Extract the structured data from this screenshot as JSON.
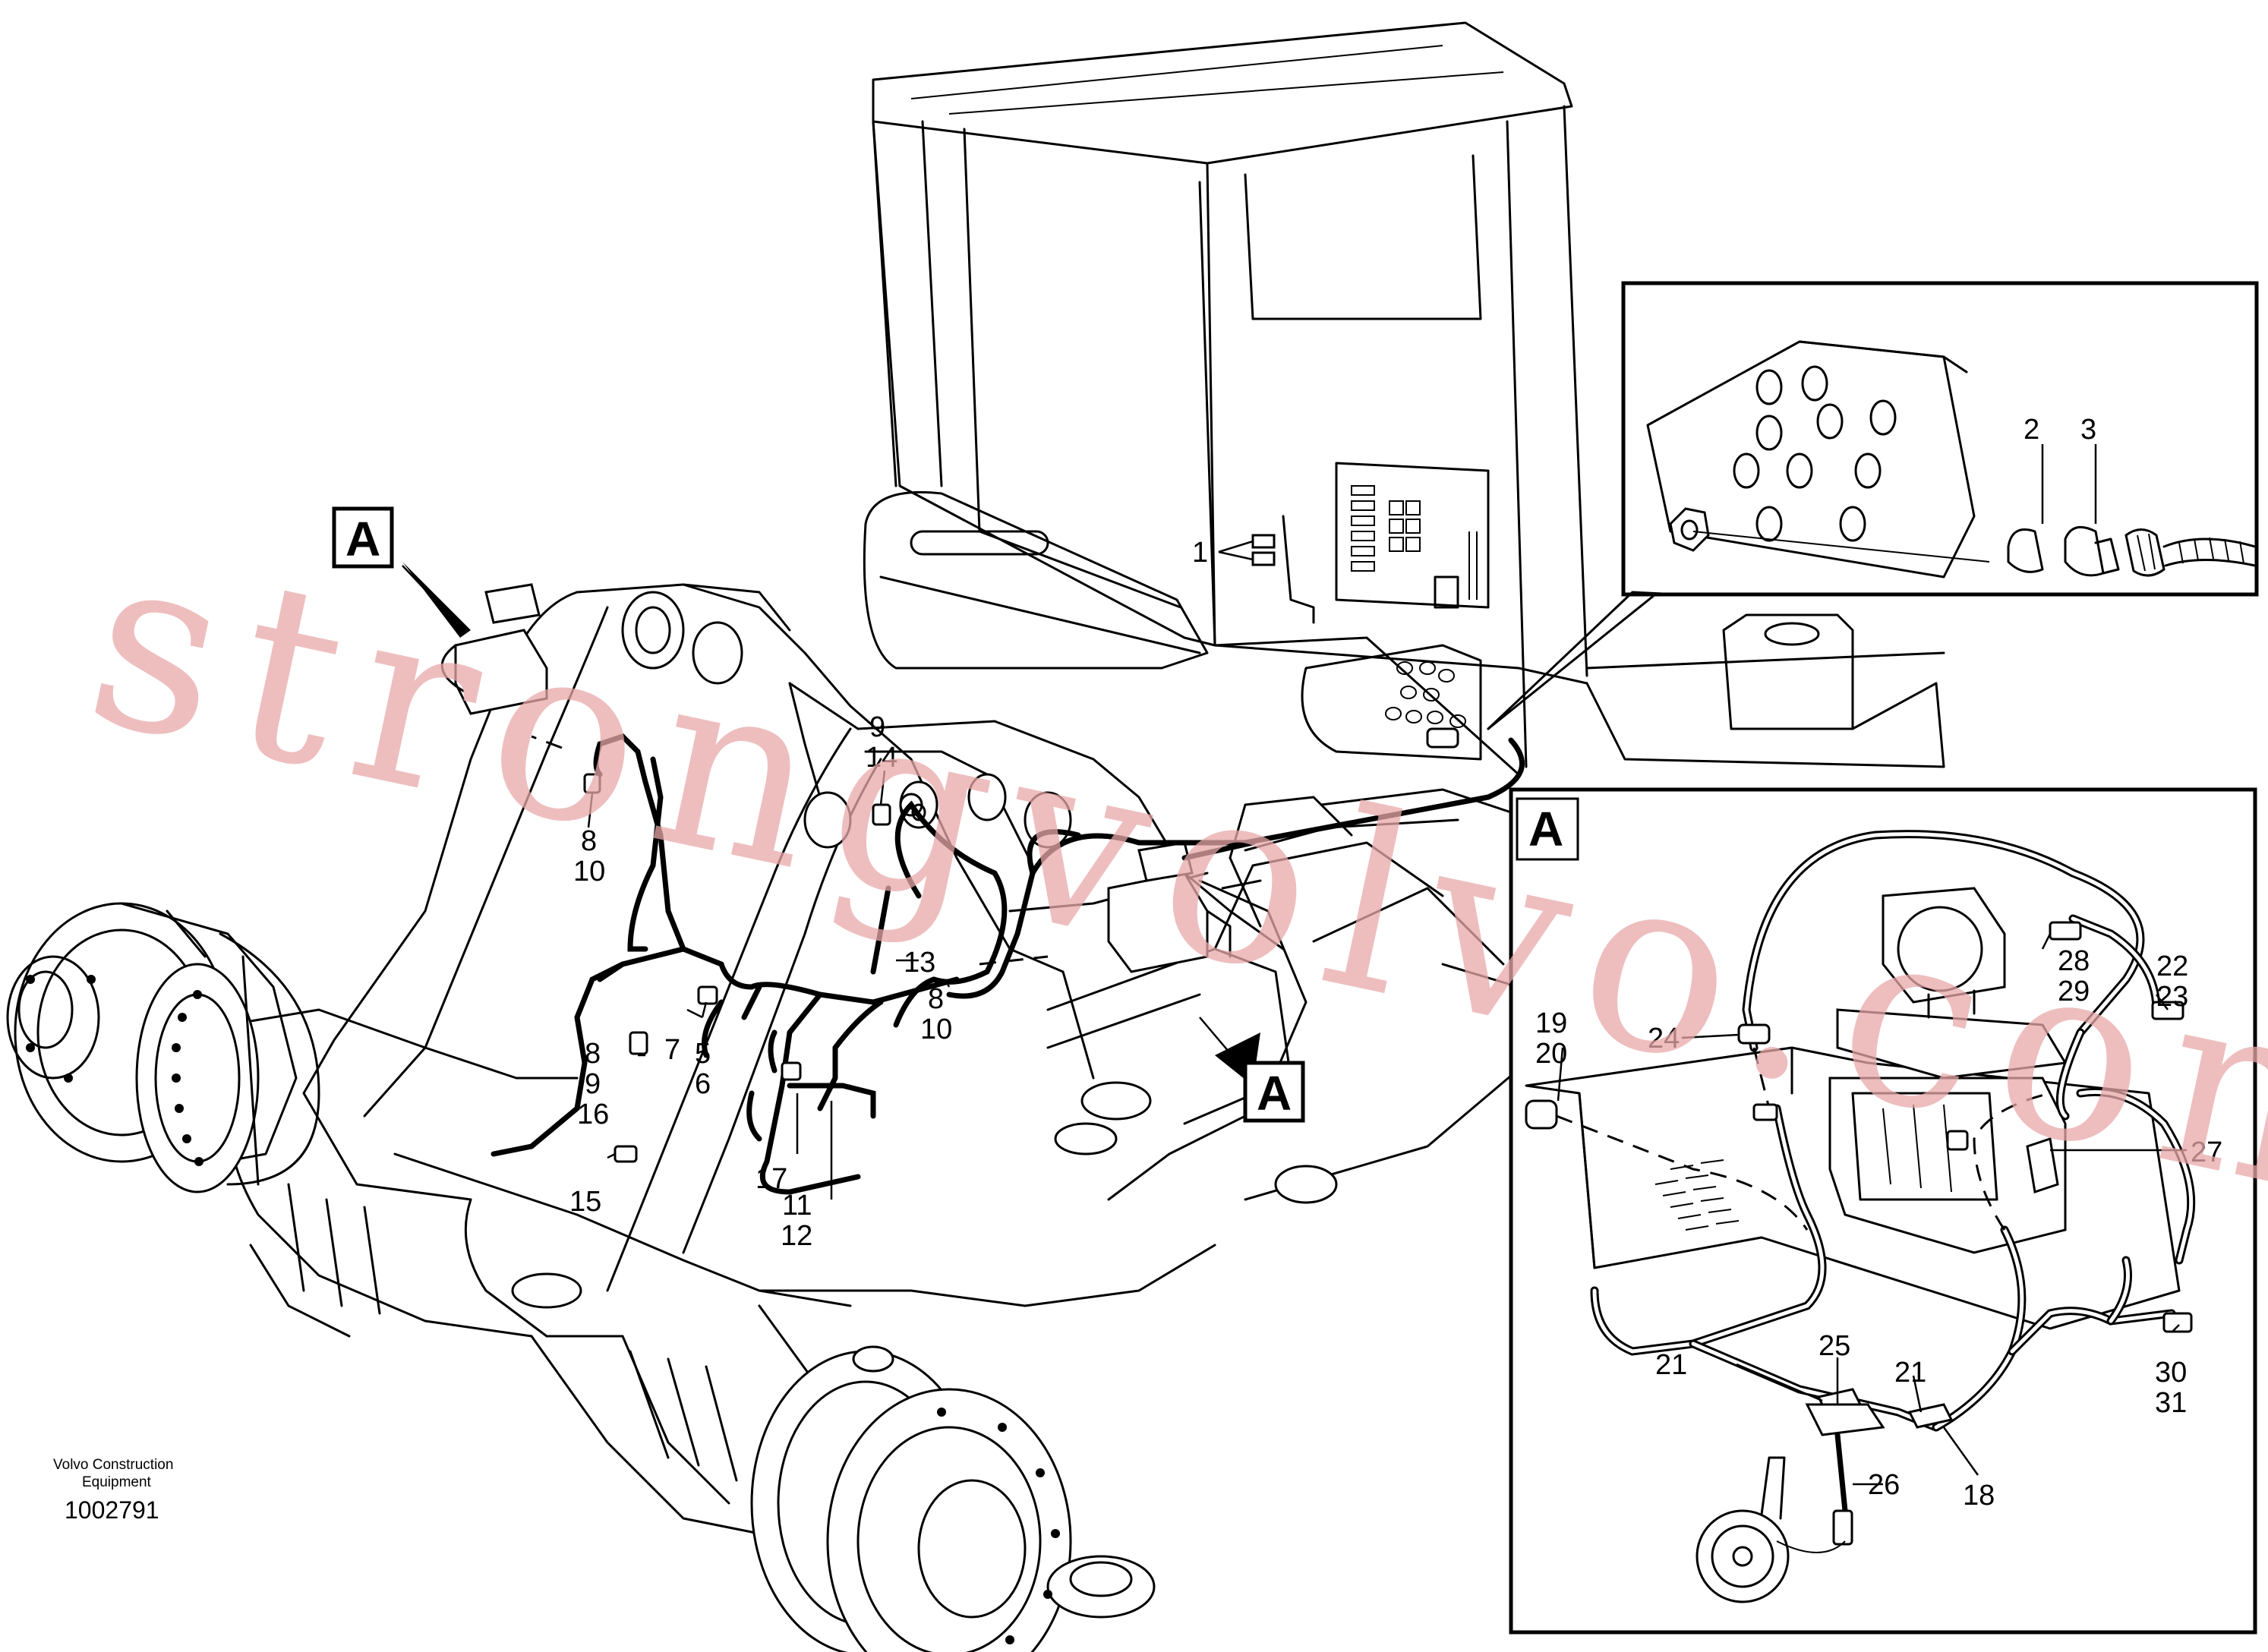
{
  "diagram": {
    "caption_line1": "Volvo Construction",
    "caption_line2": "Equipment",
    "document_number": "1002791",
    "watermark": "strongvolvo.com",
    "view_markers": {
      "main_left": "A",
      "main_right": "A",
      "detail_a": "A"
    },
    "callouts": {
      "c1": "1",
      "c2": "2",
      "c3": "3",
      "c5": "5",
      "c6": "6",
      "c7": "7",
      "c8a": "8",
      "c10a": "10",
      "c9a": "9",
      "c14": "14",
      "c8b": "8",
      "c9b": "9",
      "c16": "16",
      "c13": "13",
      "c8c": "8",
      "c10c": "10",
      "c15": "15",
      "c17": "17",
      "c11": "11",
      "c12": "12",
      "c19": "19",
      "c20": "20",
      "c24": "24",
      "c28": "28",
      "c29": "29",
      "c22": "22",
      "c23": "23",
      "c27": "27",
      "c21a": "21",
      "c25": "25",
      "c21b": "21",
      "c30": "30",
      "c31": "31",
      "c26": "26",
      "c18": "18"
    }
  }
}
